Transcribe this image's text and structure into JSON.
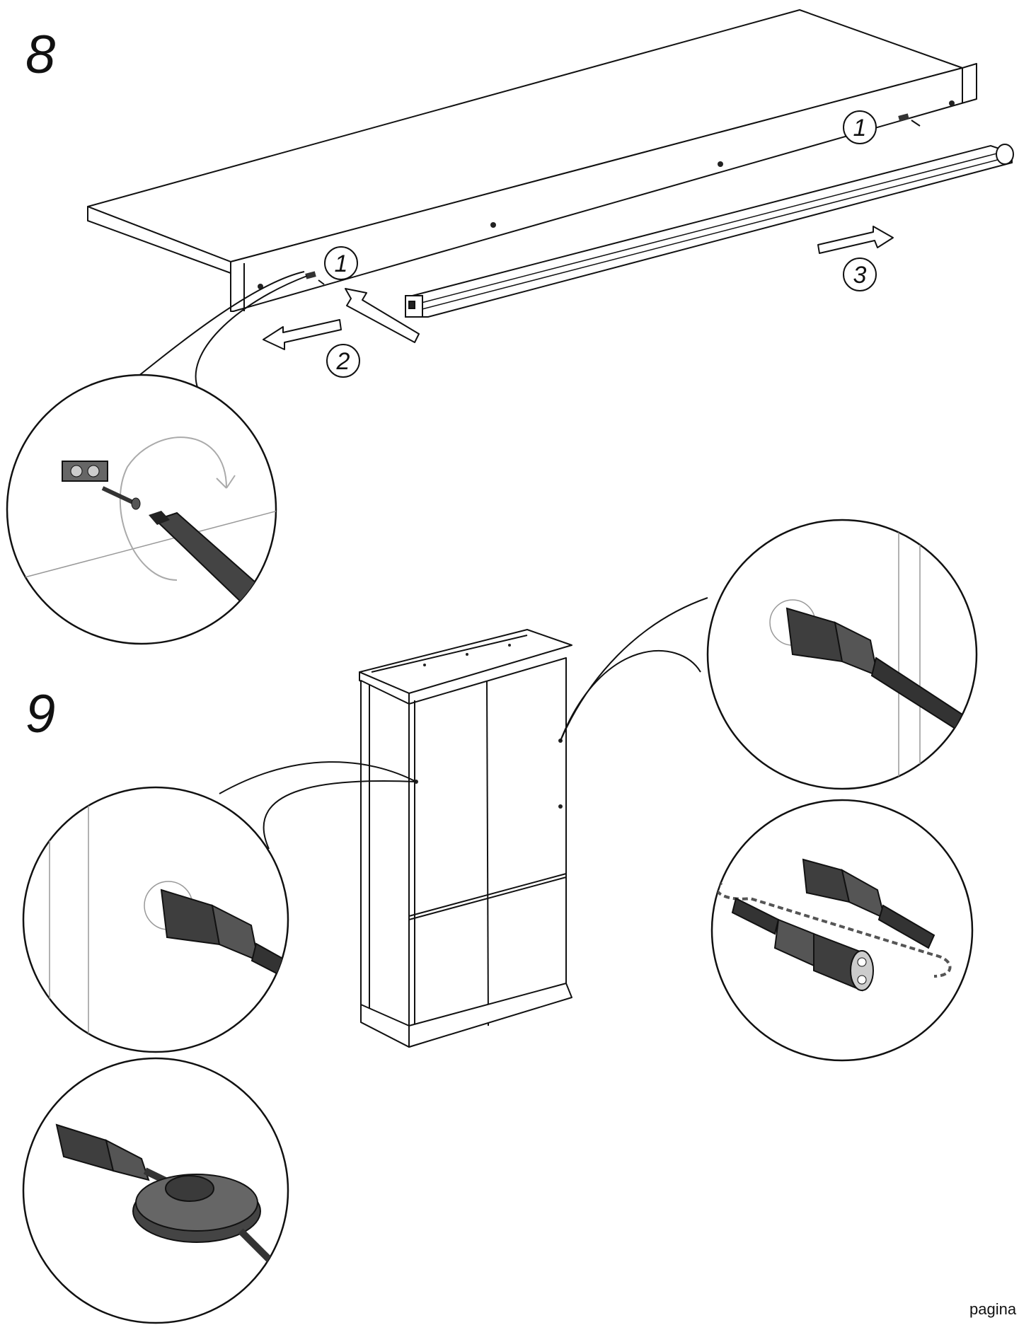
{
  "steps": [
    {
      "number": "8"
    },
    {
      "number": "9"
    }
  ],
  "callouts": {
    "one_a": "1",
    "one_b": "1",
    "two": "2",
    "three": "3"
  },
  "footer": {
    "page_label": "pagina"
  },
  "colors": {
    "line": "#111111",
    "fill_dark": "#4a4a4a",
    "fill_mid": "#777777",
    "fill_light": "#bdbdbd"
  }
}
